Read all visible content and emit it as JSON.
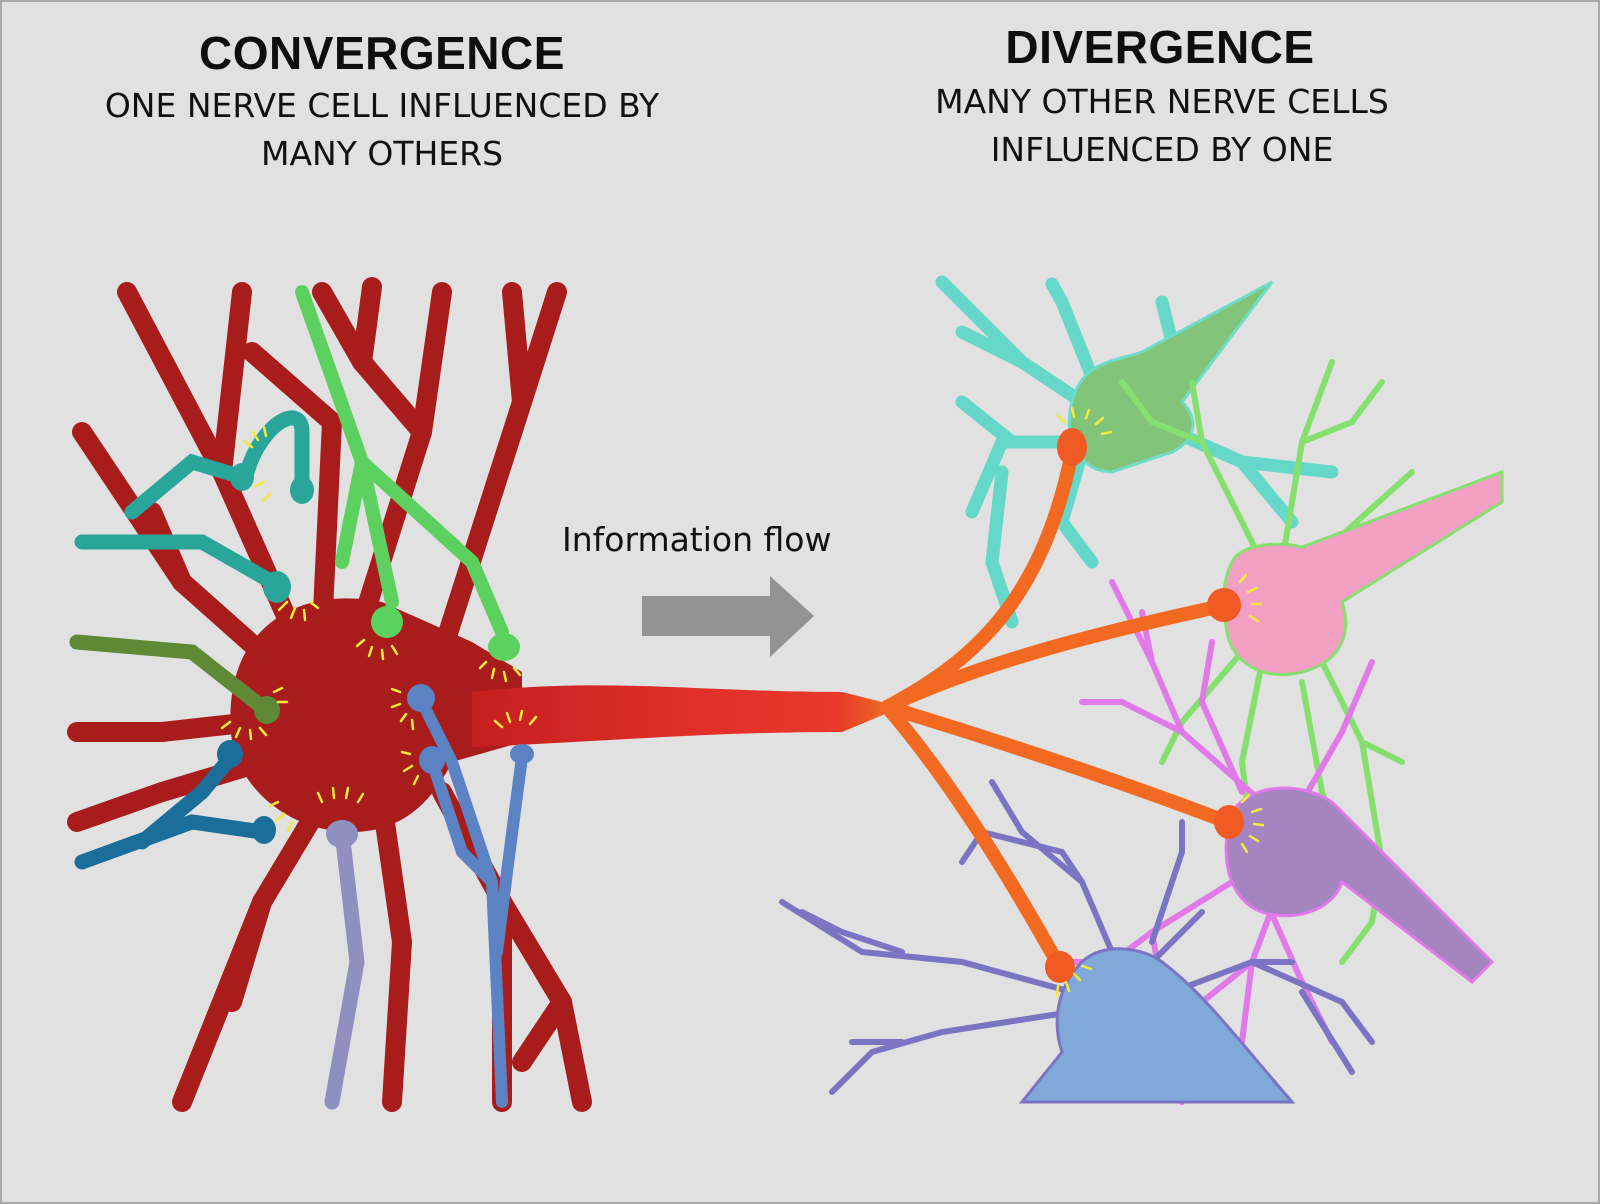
{
  "convergence": {
    "title": "CONVERGENCE",
    "subtitle_line1": "ONE NERVE CELL INFLUENCED BY",
    "subtitle_line2": "MANY OTHERS"
  },
  "divergence": {
    "title": "DIVERGENCE",
    "subtitle_line1": "MANY OTHER NERVE CELLS",
    "subtitle_line2": "INFLUENCED BY ONE"
  },
  "flow": {
    "label": "Information flow"
  },
  "colors": {
    "background": "#e1e1e1",
    "central_neuron": "#a81c1c",
    "axon": "#e2302a",
    "axon_terminal": "#f05a23",
    "teal_neuron": "#2aa59a",
    "green_neuron": "#5cd160",
    "olive_neuron": "#5e8a36",
    "blue_neuron": "#5b82c2",
    "dark_blue_neuron": "#1b6e9a",
    "lavender_neuron": "#8f8fc0",
    "target_green": "#82c47a",
    "target_pink": "#f1a0c4",
    "target_purple": "#a585c0",
    "target_blue": "#80a8d8",
    "synapse_spark": "#f3ea3a",
    "arrow": "#939393"
  }
}
